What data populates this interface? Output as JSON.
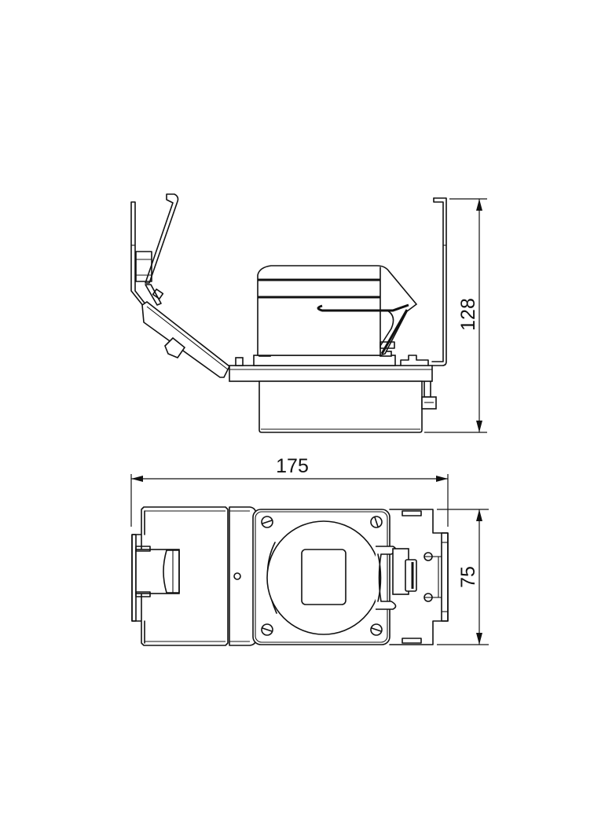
{
  "drawing": {
    "title": "Socket outlet unit with hinged cover - technical dimension drawing",
    "views": [
      "side-view",
      "top-view"
    ],
    "line_color": "#111111",
    "background": "#ffffff"
  },
  "dimensions": {
    "height": {
      "label": "128",
      "view": "side-view",
      "orientation": "vertical"
    },
    "width": {
      "label": "175",
      "view": "top-view",
      "orientation": "horizontal"
    },
    "depth": {
      "label": "75",
      "view": "top-view",
      "orientation": "vertical"
    }
  }
}
